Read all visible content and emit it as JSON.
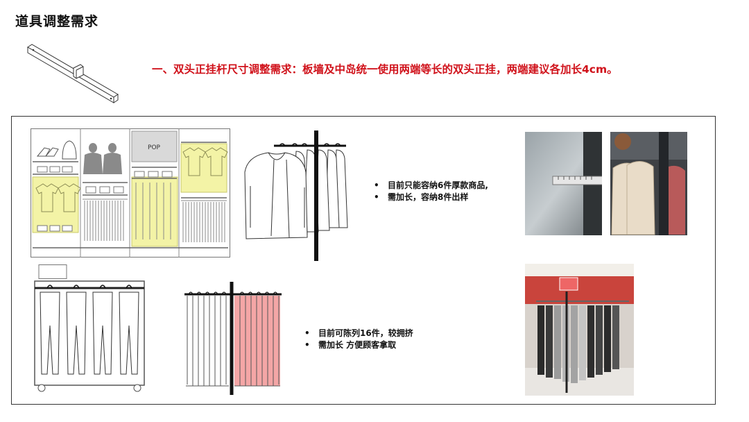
{
  "page": {
    "title": "道具调整需求"
  },
  "requirement": {
    "text": "一、双头正挂杆尺寸调整需求：板墙及中岛统一使用两端等长的双头正挂，两端建议各加长4cm。",
    "color": "#d0121b"
  },
  "wall_elevation": {
    "pop_label": "POP",
    "highlight_color": "#f3f3a6"
  },
  "top_section": {
    "bullets": [
      "目前只能容纳6件厚款商品,",
      "需加长，容纳8件出样"
    ]
  },
  "bottom_section": {
    "bullets": [
      "目前可陈列16件，较拥挤",
      "需加长 方便顾客拿取"
    ],
    "pants_highlight_color": "#f4a6a6"
  },
  "icons": {
    "rod": "double-end-hanging-rod-icon",
    "jackets": "jacket-rack-icon",
    "pants": "pants-rack-icon"
  }
}
